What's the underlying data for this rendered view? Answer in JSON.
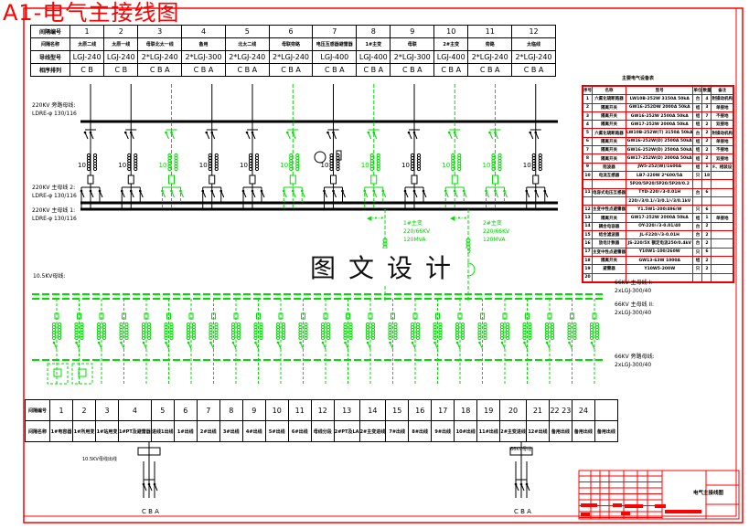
{
  "title": "A1-电气主接线图",
  "watermark": "图文设计",
  "colors": {
    "frame": "#ff0000",
    "primary": "#000000",
    "secondary": "#00dd00"
  },
  "bay_table": {
    "headers": [
      "间隔编号",
      "间隔名称",
      "导线型号",
      "相序排列"
    ],
    "bays": [
      {
        "no": "1",
        "name": "太原二线",
        "conductor": "LGJ-240",
        "phase": "C B",
        "color": "black"
      },
      {
        "no": "2",
        "name": "太原一线",
        "conductor": "LGJ-240",
        "phase": "C B",
        "color": "black"
      },
      {
        "no": "3",
        "name": "母联北太一线",
        "conductor": "2*LGJ-240",
        "phase": "C B A",
        "color": "green"
      },
      {
        "no": "4",
        "name": "备用",
        "conductor": "2*LGJ-300",
        "phase": "C B A",
        "color": "black"
      },
      {
        "no": "5",
        "name": "北太二线",
        "conductor": "2*LGJ-240",
        "phase": "C B A",
        "color": "black"
      },
      {
        "no": "6",
        "name": "母联旁路",
        "conductor": "2*LGJ-240",
        "phase": "C B A",
        "color": "green"
      },
      {
        "no": "7",
        "name": "电压互感器避雷器",
        "conductor": "LGJ-400",
        "phase": "C B A",
        "color": "black"
      },
      {
        "no": "8",
        "name": "1#主变",
        "conductor": "LGJ-400",
        "phase": "C B A",
        "color": "green"
      },
      {
        "no": "9",
        "name": "母联",
        "conductor": "2*LGJ-300",
        "phase": "C B A",
        "color": "black"
      },
      {
        "no": "10",
        "name": "2#主变",
        "conductor": "LGJ-400",
        "phase": "C B A",
        "color": "green"
      },
      {
        "no": "11",
        "name": "旁路",
        "conductor": "2*LGJ-240",
        "phase": "C B A",
        "color": "green"
      },
      {
        "no": "12",
        "name": "太临线",
        "conductor": "2*LGJ-240",
        "phase": "C B A",
        "color": "black"
      }
    ]
  },
  "bus_labels": [
    {
      "line1": "220KV 旁路母线:",
      "line2": "LDRE-φ 130/116"
    },
    {
      "line1": "220KV 主母线 2:",
      "line2": "LDRE-φ 130/116"
    },
    {
      "line1": "220KV 主母线 1:",
      "line2": "LDRE-φ 130/116"
    }
  ],
  "transformers": [
    {
      "name": "1#主变",
      "ratio": "220/66KV",
      "capacity": "120MVA"
    },
    {
      "name": "2#主变",
      "ratio": "220/66KV",
      "capacity": "120MVA"
    }
  ],
  "bus_10kv_label": "10.5KV母线:",
  "right_labels": [
    {
      "line1": "66KV 主母线 I:",
      "line2": "2xLGJ-300/40"
    },
    {
      "line1": "66KV 主母线 II:",
      "line2": "2xLGJ-300/40"
    },
    {
      "line1": "66KV 旁路母线:",
      "line2": "2xLGJ-300/40"
    }
  ],
  "equipment_table": {
    "caption": "主要电气设备表",
    "headers": [
      "序号",
      "名称",
      "型号",
      "单位",
      "数量",
      "备注"
    ],
    "rows": [
      [
        "1",
        "六氟化硫断路器",
        "LW10B-252W 3150A 50kA",
        "台",
        "4",
        "附操动机构"
      ],
      [
        "2",
        "隔离开关",
        "GW16-252DW 2000A 50kA",
        "组",
        "3",
        "单接地"
      ],
      [
        "3",
        "隔离开关",
        "GW16-252W 2500A 50kA",
        "组",
        "7",
        "不接地"
      ],
      [
        "4",
        "隔离开关",
        "GW17-252W 2000A 50kA",
        "组",
        "2",
        "双接地"
      ],
      [
        "5",
        "六氟化硫断路器",
        "LW10B-252W(T) 3150A 50kA",
        "台",
        "2",
        "附操动机构"
      ],
      [
        "6",
        "隔离开关",
        "GW16-252W(D) 2500A 50kA",
        "组",
        "2",
        "单接地"
      ],
      [
        "7",
        "隔离开关",
        "GW16-252W(D) 2500A 50kA",
        "组",
        "2",
        "不接地"
      ],
      [
        "8",
        "隔离开关",
        "GW17-252W(D) 2000A 50kA",
        "组",
        "2",
        "双接地"
      ],
      [
        "9",
        "阻波器",
        "JW5-252(W)/1600A",
        "组",
        "1",
        "F、相装设"
      ],
      [
        "10",
        "电流互感器",
        "LB7-220W   2*600/5A",
        "只",
        "18",
        ""
      ],
      [
        "",
        "",
        "5P20/5P20/5P20/5P20/0.2",
        "",
        "",
        ""
      ],
      [
        "11",
        "电容式电压互感器",
        "TYD-220/√3-0.01H",
        "台",
        "6",
        ""
      ],
      [
        "",
        "",
        "220/√3/0.1/√3/0.1/√3/0.1kV",
        "",
        "",
        ""
      ],
      [
        "12",
        "主变中性点避雷器",
        "Y1.5W1-200/496/W",
        "只",
        "6",
        ""
      ],
      [
        "13",
        "隔离开关",
        "GW17-252W 2000A 50kA",
        "组",
        "1",
        "单接地"
      ],
      [
        "14",
        "耦合电容器",
        "OY-220/√3-0.01/40",
        "台",
        "2",
        ""
      ],
      [
        "15",
        "结合滤波器",
        "JL-F220/√3-0.01H",
        "台",
        "2",
        ""
      ],
      [
        "16",
        "放电计数器",
        "JS-220/5X 额定电流250/0.4kV",
        "台",
        "2",
        ""
      ],
      [
        "17",
        "主变中性点避雷器",
        "Y10W1-100/260W",
        "只",
        "6",
        ""
      ],
      [
        "18",
        "隔离开关",
        "GW13-63W 1000A",
        "组",
        "2",
        ""
      ],
      [
        "19",
        "避雷器",
        "Y10W5-200W",
        "只",
        "2",
        ""
      ],
      [
        "20",
        "",
        "",
        "",
        "",
        ""
      ]
    ]
  },
  "feeder_table": {
    "headers": [
      "间隔编号",
      "间隔名称"
    ],
    "columns": [
      {
        "no": "1",
        "name": "1#电容器"
      },
      {
        "no": "2",
        "name": "1#所用变"
      },
      {
        "no": "3",
        "name": "1#站用变"
      },
      {
        "no": "4",
        "name": "1#PT及避雷器"
      },
      {
        "no": "5",
        "name": "进线1出线"
      },
      {
        "no": "6",
        "name": "1#出线"
      },
      {
        "no": "7",
        "name": "2#出线"
      },
      {
        "no": "8",
        "name": "3#出线"
      },
      {
        "no": "9",
        "name": "4#出线"
      },
      {
        "no": "10",
        "name": "5#出线"
      },
      {
        "no": "11",
        "name": "6#出线"
      },
      {
        "no": "12",
        "name": "母线分段"
      },
      {
        "no": "13",
        "name": "2#PT及LA"
      },
      {
        "no": "14",
        "name": "2#主变进线"
      },
      {
        "no": "15",
        "name": "7#出线"
      },
      {
        "no": "16",
        "name": "8#出线"
      },
      {
        "no": "17",
        "name": "9#出线"
      },
      {
        "no": "18",
        "name": "10#出线"
      },
      {
        "no": "19",
        "name": "11#出线"
      },
      {
        "no": "20",
        "name": "2#主变进线"
      },
      {
        "no": "21",
        "name": "12#出线"
      },
      {
        "no": "22 23",
        "name": "备用出线"
      },
      {
        "no": "24",
        "name": "备用出线"
      },
      {
        "no": "",
        "name": "备用出线"
      }
    ]
  },
  "lower_labels": [
    "10.5KV母线出线",
    "66KV母线"
  ],
  "bottom_phase": "C B A",
  "title_block": {
    "drawing_title": "电气主接线图"
  }
}
